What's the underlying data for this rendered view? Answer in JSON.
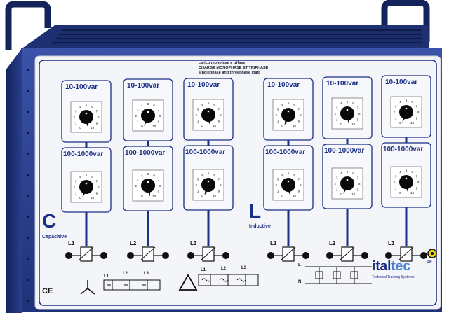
{
  "panel": {
    "title_lines": [
      "carico monofase e trifase",
      "CHARGE MONOPHASE ET TRIPHASE",
      "singlephase and threephase load"
    ],
    "capacitive": {
      "letter": "C",
      "label": "Capacitive"
    },
    "inductive": {
      "letter": "L",
      "label": "Inductive"
    },
    "columns": [
      {
        "range_low": "10-100var",
        "range_high": "100-1000var",
        "phase": "L1"
      },
      {
        "range_low": "10-100var",
        "range_high": "100-1000var",
        "phase": "L2"
      },
      {
        "range_low": "10-100var",
        "range_high": "100-1000var",
        "phase": "L3"
      },
      {
        "range_low": "10-100var",
        "range_high": "100-1000var",
        "phase": "L1"
      },
      {
        "range_low": "10-100var",
        "range_high": "100-1000var",
        "phase": "L2"
      },
      {
        "range_low": "10-100var",
        "range_high": "100-1000var",
        "phase": "L3"
      }
    ],
    "dial_numbers": [
      "0",
      "1",
      "2",
      "3",
      "4",
      "5",
      "6",
      "7",
      "8",
      "9",
      "10"
    ],
    "diagram_capacitive": {
      "l1": "L1",
      "l2": "L2",
      "l3": "L3"
    },
    "diagram_inductive": {
      "l1": "L1",
      "l2": "L2",
      "l3": "L3"
    },
    "diagram_single": {
      "l": "L",
      "n": "N"
    },
    "pe_label": "PE",
    "ce_mark": "CE",
    "brand": {
      "ital": "ital",
      "tec": "tec",
      "tagline": "Technical Training Systems"
    }
  },
  "colors": {
    "enclosure": "#2a3f8f",
    "enclosure_dark": "#16245c",
    "faceplate": "#f3f5f8",
    "accent": "#1b2f86",
    "knob": "#0a0a0a",
    "pe_yellow": "#e8d21a"
  }
}
